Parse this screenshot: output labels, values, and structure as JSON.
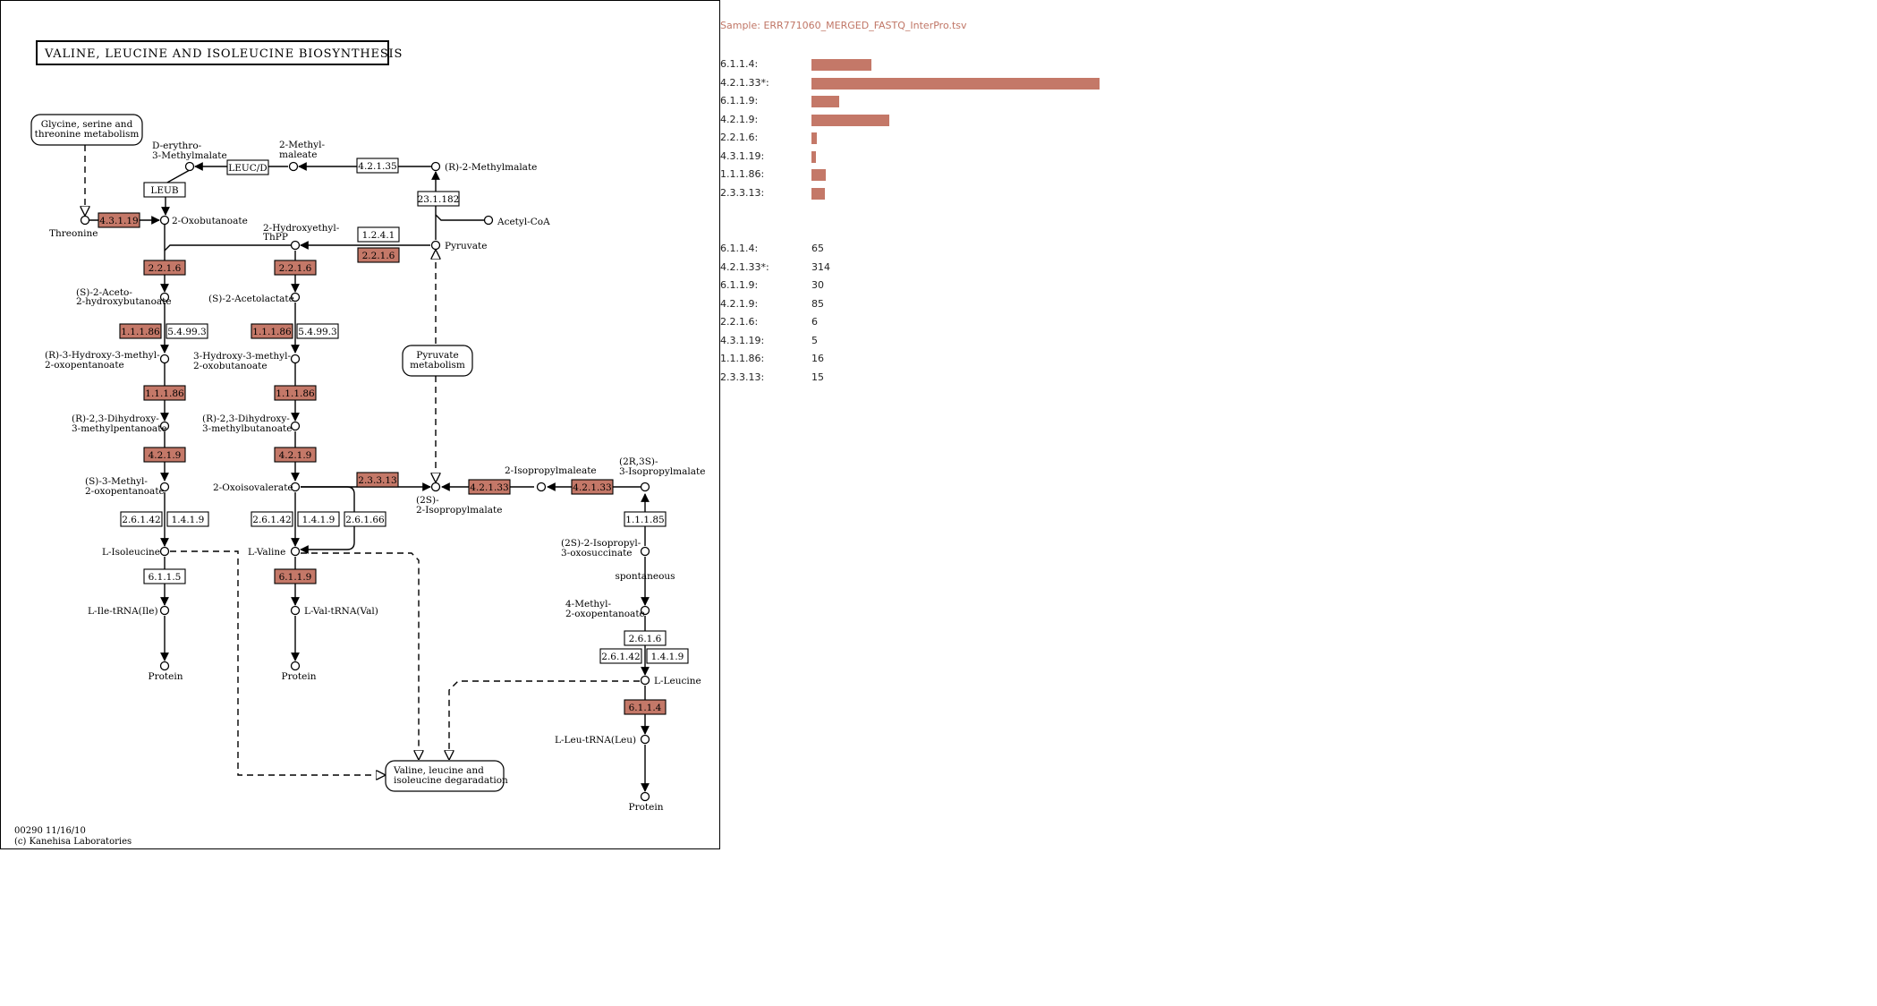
{
  "map": {
    "title": "VALINE, LEUCINE AND ISOLEUCINE BIOSYNTHESIS",
    "footer_line1": "00290 11/16/10",
    "footer_line2": "(c) Kanehisa Laboratories",
    "colors": {
      "highlight": "#c47868",
      "border": "#000000"
    },
    "compounds": {
      "glycine_l1": "Glycine, serine and",
      "glycine_l2": "threonine metabolism",
      "d_erythro_l1": "D-erythro-",
      "d_erythro_l2": "3-Methylmalate",
      "methylmaleate_l1": "2-Methyl-",
      "methylmaleate_l2": "maleate",
      "r2methylmalate": "(R)-2-Methylmalate",
      "acetylcoa": "Acetyl-CoA",
      "threonine": "Threonine",
      "oxobutanoate": "2-Oxobutanoate",
      "hydroxyethyl_l1": "2-Hydroxyethyl-",
      "hydroxyethyl_l2": "ThPP",
      "pyruvate": "Pyruvate",
      "aceto_l1": "(S)-2-Aceto-",
      "aceto_l2": "2-hydroxybutanoate",
      "acetolactate": "(S)-2-Acetolactate",
      "r3hydroxy_l1": "(R)-3-Hydroxy-3-methyl-",
      "r3hydroxy_l2": "2-oxopentanoate",
      "hydroxy3_l1": "3-Hydroxy-3-methyl-",
      "hydroxy3_l2": "2-oxobutanoate",
      "pyruvate_met_l1": "Pyruvate",
      "pyruvate_met_l2": "metabolism",
      "dihydroxy1_l1": "(R)-2,3-Dihydroxy-",
      "dihydroxy1_l2": "3-methylpentanoate",
      "dihydroxy2_l1": "(R)-2,3-Dihydroxy-",
      "dihydroxy2_l2": "3-methylbutanoate",
      "s3methyl_l1": "(S)-3-Methyl-",
      "s3methyl_l2": "2-oxopentanoate",
      "oxoisovalerate": "2-Oxoisovalerate",
      "isopropylmalate_l1": "(2S)-",
      "isopropylmalate_l2": "2-Isopropylmalate",
      "isopropylmaleate": "2-Isopropylmaleate",
      "r3isopropyl_l1": "(2R,3S)-",
      "r3isopropyl_l2": "3-Isopropylmalate",
      "isoleucine": "L-Isoleucine",
      "valine": "L-Valine",
      "s2isopropyl_l1": "(2S)-2-Isopropyl-",
      "s2isopropyl_l2": "3-oxosuccinate",
      "spontaneous": "spontaneous",
      "methyl4_l1": "4-Methyl-",
      "methyl4_l2": "2-oxopentanoate",
      "ile_trna": "L-Ile-tRNA(Ile)",
      "val_trna": "L-Val-tRNA(Val)",
      "leucine": "L-Leucine",
      "leu_trna": "L-Leu-tRNA(Leu)",
      "protein": "Protein",
      "degradation_l1": "Valine, leucine and",
      "degradation_l2": "isoleucine degaradation"
    },
    "enzymes": [
      {
        "label": "LEUC/D",
        "hit": false
      },
      {
        "label": "4.2.1.35",
        "hit": false
      },
      {
        "label": "LEUB",
        "hit": false
      },
      {
        "label": "23.1.182",
        "hit": false
      },
      {
        "label": "4.3.1.19",
        "hit": true
      },
      {
        "label": "1.2.4.1",
        "hit": false
      },
      {
        "label": "2.2.1.6",
        "hit": true
      },
      {
        "label": "2.2.1.6",
        "hit": true
      },
      {
        "label": "2.2.1.6",
        "hit": true
      },
      {
        "label": "1.1.1.86",
        "hit": true
      },
      {
        "label": "5.4.99.3",
        "hit": false
      },
      {
        "label": "1.1.1.86",
        "hit": true
      },
      {
        "label": "5.4.99.3",
        "hit": false
      },
      {
        "label": "1.1.1.86",
        "hit": true
      },
      {
        "label": "1.1.1.86",
        "hit": true
      },
      {
        "label": "4.2.1.9",
        "hit": true
      },
      {
        "label": "4.2.1.9",
        "hit": true
      },
      {
        "label": "2.3.3.13",
        "hit": true
      },
      {
        "label": "4.2.1.33",
        "hit": true
      },
      {
        "label": "4.2.1.33",
        "hit": true
      },
      {
        "label": "2.6.1.42",
        "hit": false
      },
      {
        "label": "1.4.1.9",
        "hit": false
      },
      {
        "label": "2.6.1.42",
        "hit": false
      },
      {
        "label": "1.4.1.9",
        "hit": false
      },
      {
        "label": "2.6.1.66",
        "hit": false
      },
      {
        "label": "1.1.1.85",
        "hit": false
      },
      {
        "label": "6.1.1.5",
        "hit": false
      },
      {
        "label": "6.1.1.9",
        "hit": true
      },
      {
        "label": "2.6.1.6",
        "hit": false
      },
      {
        "label": "2.6.1.42",
        "hit": false
      },
      {
        "label": "1.4.1.9",
        "hit": false
      },
      {
        "label": "6.1.1.4",
        "hit": true
      }
    ]
  },
  "sidebar": {
    "sample_label": "Sample: ERR771060_MERGED_FASTQ_InterPro.tsv",
    "max_count": 314,
    "bar_color": "#c47868",
    "entries": [
      {
        "label": "6.1.1.4:",
        "count": 65
      },
      {
        "label": "4.2.1.33*:",
        "count": 314
      },
      {
        "label": "6.1.1.9:",
        "count": 30
      },
      {
        "label": "4.2.1.9:",
        "count": 85
      },
      {
        "label": "2.2.1.6:",
        "count": 6
      },
      {
        "label": "4.3.1.19:",
        "count": 5
      },
      {
        "label": "1.1.1.86:",
        "count": 16
      },
      {
        "label": "2.3.3.13:",
        "count": 15
      }
    ],
    "count_strings": [
      "65",
      "314",
      "30",
      "85",
      "6",
      "5",
      "16",
      "15"
    ]
  }
}
